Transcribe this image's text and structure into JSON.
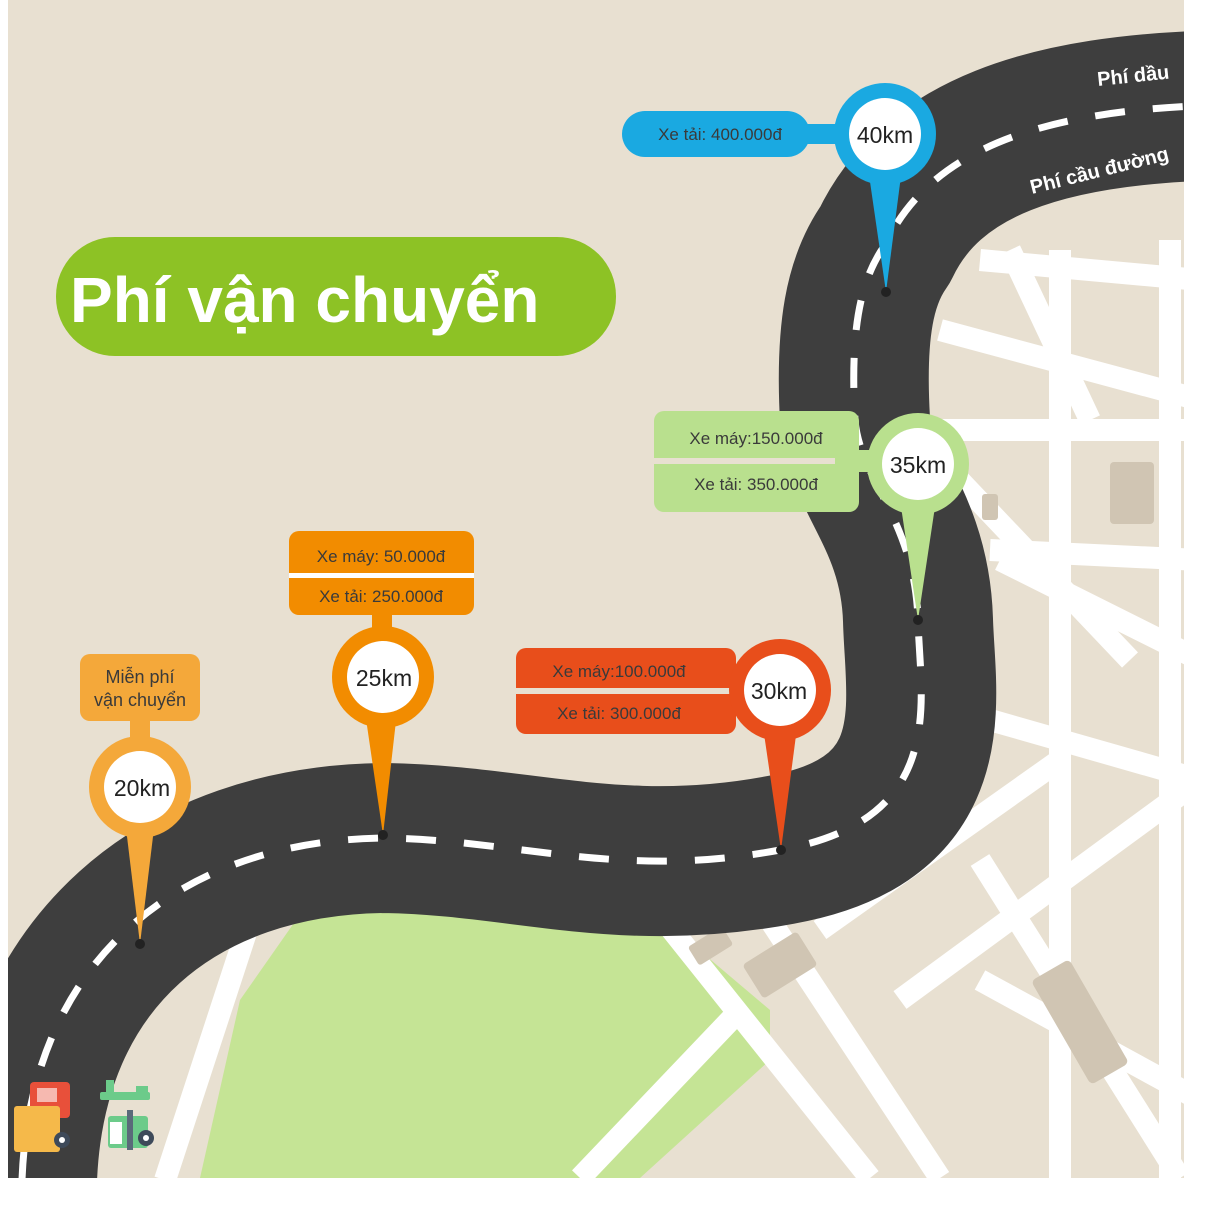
{
  "title": "Phí vận chuyển",
  "road_labels": {
    "fuel": "Phí dầu",
    "toll": "Phí cầu đường"
  },
  "milestones": [
    {
      "id": "20km",
      "label": "20km",
      "color": "#f4a83a",
      "lines": [
        "Miễn phí",
        "vận chuyển"
      ]
    },
    {
      "id": "25km",
      "label": "25km",
      "color": "#f28c00",
      "lines": [
        "Xe máy: 50.000đ",
        "Xe tải: 250.000đ"
      ]
    },
    {
      "id": "30km",
      "label": "30km",
      "color": "#e84e1b",
      "lines": [
        "Xe máy:100.000đ",
        "Xe tải: 300.000đ"
      ]
    },
    {
      "id": "35km",
      "label": "35km",
      "color": "#b9e08e",
      "lines": [
        "Xe máy:150.000đ",
        "Xe tải: 350.000đ"
      ]
    },
    {
      "id": "40km",
      "label": "40km",
      "color": "#1aa9e1",
      "lines": [
        "Xe tải: 400.000đ"
      ]
    }
  ],
  "colors": {
    "background": "#e8e0d1",
    "park": "#c5e495",
    "road": "#3e3e3e",
    "street": "#ffffff",
    "block": "#d0c5b3",
    "title_badge": "#8dc225"
  },
  "icons": [
    "truck-icon-orange",
    "truck-icon-green"
  ]
}
